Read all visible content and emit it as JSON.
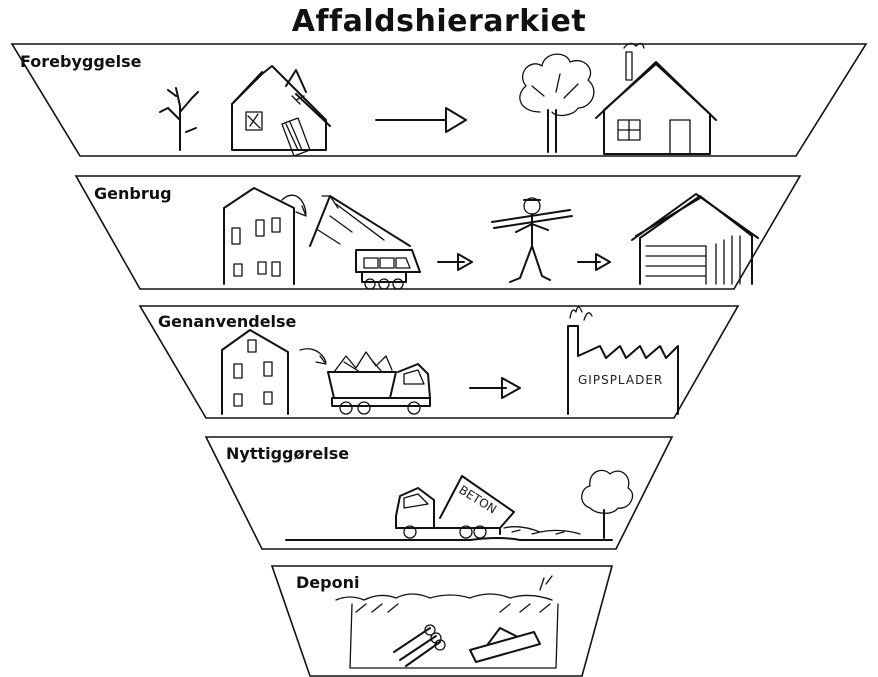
{
  "title": "Affaldshierarkiet",
  "levels": [
    {
      "label": "Forebyggelse"
    },
    {
      "label": "Genbrug"
    },
    {
      "label": "Genanvendelse"
    },
    {
      "label": "Nyttiggørelse"
    },
    {
      "label": "Deponi"
    }
  ],
  "sketch_text": {
    "gipsplader": "GIPSPLADER",
    "beton": "BETON"
  }
}
